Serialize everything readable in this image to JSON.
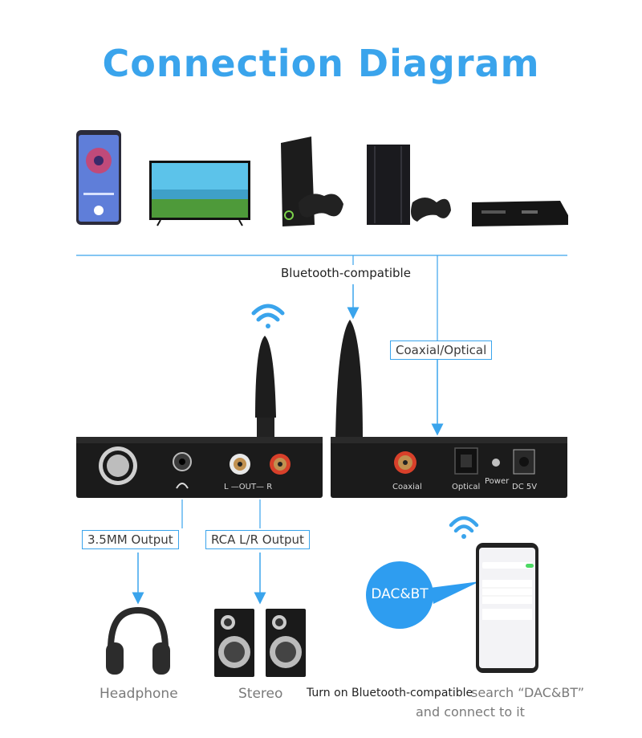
{
  "title": "Connection Diagram",
  "labels": {
    "bluetooth": "Bluetooth-compatible",
    "coaxial_optical": "Coaxial/Optical",
    "output_35mm": "3.5MM Output",
    "rca_output": "RCA L/R Output",
    "headphone": "Headphone",
    "stereo": "Stereo",
    "instruction_line1": "Turn on Bluetooth-compatible",
    "instruction_search": "search “DAC&BT”",
    "instruction_line2": "and connect to it",
    "badge": "DAC&BT"
  },
  "panel_labels": {
    "out": "L —OUT— R",
    "coaxial": "Coaxial",
    "optical": "Optical",
    "power": "Power",
    "dc": "DC 5V"
  },
  "icons": [
    "smartphone-icon",
    "tv-icon",
    "game-console-icon",
    "ps4-icon",
    "dvd-player-icon",
    "headphone-icon",
    "speaker-icon",
    "wifi-icon",
    "phone-bluetooth-icon"
  ],
  "colors": {
    "accent": "#3aa4ec",
    "device": "#1a1a1a"
  }
}
